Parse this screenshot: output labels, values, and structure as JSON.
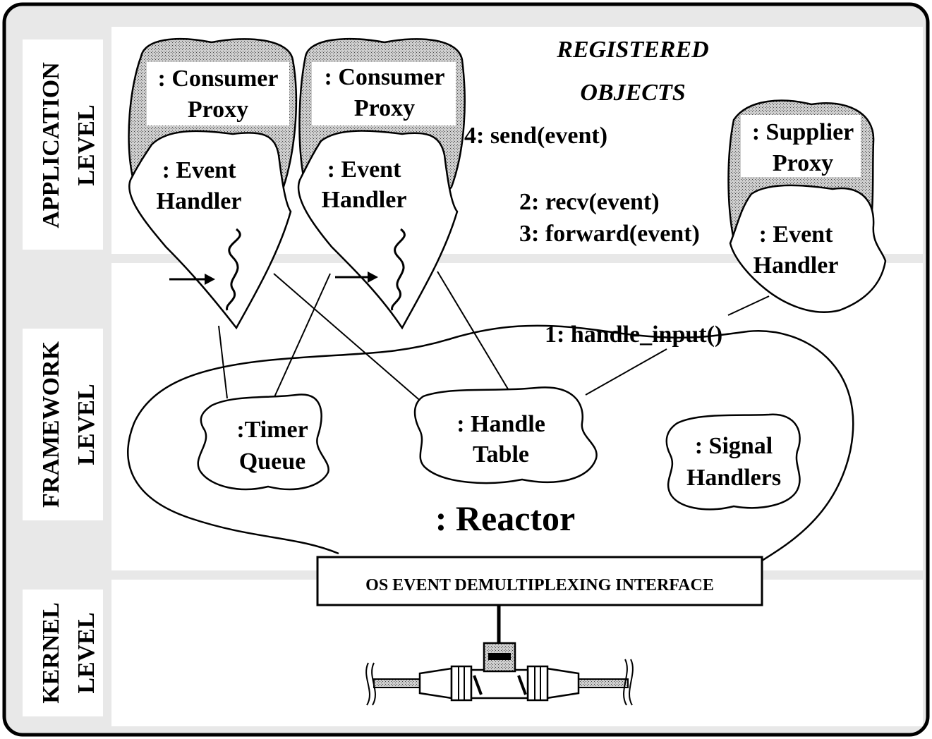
{
  "levels": {
    "application": [
      "APPLICATION",
      "LEVEL"
    ],
    "framework": [
      "FRAMEWORK",
      "LEVEL"
    ],
    "kernel": [
      "KERNEL",
      "LEVEL"
    ]
  },
  "registered_objects": [
    "REGISTERED",
    "OBJECTS"
  ],
  "consumer_proxy_1": {
    "proxy": [
      ": Consumer",
      "Proxy"
    ],
    "handler": [
      ": Event",
      "Handler"
    ]
  },
  "consumer_proxy_2": {
    "proxy": [
      ": Consumer",
      "Proxy"
    ],
    "handler": [
      ": Event",
      "Handler"
    ]
  },
  "supplier_proxy": {
    "proxy": [
      ": Supplier",
      "Proxy"
    ],
    "handler": [
      ": Event",
      "Handler"
    ]
  },
  "steps": {
    "send": "4: send(event)",
    "recv": "2: recv(event)",
    "forward": "3: forward(event)",
    "handle_input": "1: handle_input()"
  },
  "reactor": {
    "label": ": Reactor",
    "timer_queue": [
      ":Timer",
      "Queue"
    ],
    "handle_table": [
      ": Handle",
      "Table"
    ],
    "signal_handlers": [
      ": Signal",
      "Handlers"
    ]
  },
  "os_interface": "OS EVENT DEMULTIPLEXING INTERFACE",
  "colors": {
    "background": "#ffffff",
    "band": "#e8e8e8",
    "ink": "#000000",
    "proxy_fill": "#b8b8b8"
  }
}
